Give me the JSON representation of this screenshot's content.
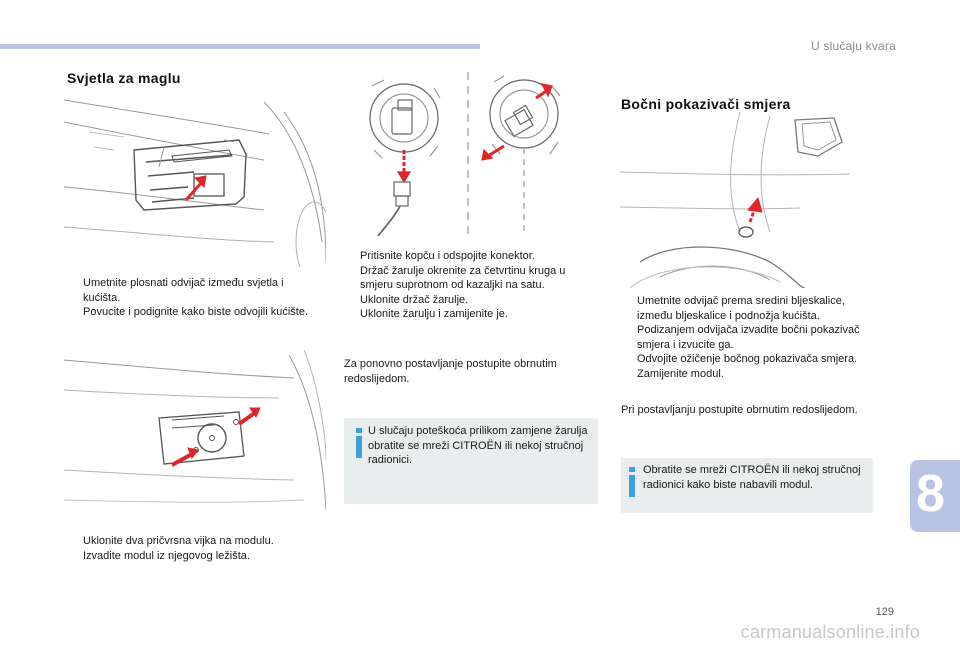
{
  "header": {
    "chapter_title": "U slučaju kvara"
  },
  "left_section": {
    "title": "Svjetla za maglu",
    "steps_a": [
      "Umetnite plosnati odvijač između svjetla i kućišta.",
      "Povucite i podignite kako biste odvojili kućište."
    ],
    "steps_b": [
      "Uklonite dva pričvrsna vijka na modulu.",
      "Izvadite modul iz njegovog ležišta."
    ]
  },
  "middle_section": {
    "steps": [
      "Pritisnite kopču i odspojite konektor.",
      "Držač žarulje okrenite za četvrtinu kruga u smjeru suprotnom od kazaljki na satu.",
      "Uklonite držač žarulje.",
      "Uklonite žarulju i zamijenite je."
    ],
    "reassembly": "Za ponovno postavljanje postupite obrnutim redoslijedom.",
    "info": "U slučaju poteškoća prilikom zamjene žarulja obratite se mreži CITROËN ili nekoj stručnoj radionici."
  },
  "right_section": {
    "title": "Bočni pokazivači smjera",
    "steps": [
      "Umetnite odvijač prema sredini bljeskalice, između bljeskalice i podnožja kućišta.",
      "Podizanjem odvijača izvadite bočni pokazivač smjera i izvucite ga.",
      "Odvojite ožičenje bočnog pokazivača smjera.",
      "Zamijenite modul."
    ],
    "reassembly": "Pri postavljanju postupite obrnutim redoslijedom.",
    "info": "Obratite se mreži CITROËN ili nekoj stručnoj radionici kako biste nabavili modul."
  },
  "bullet_glyph": "",
  "chapter_tab": "8",
  "page_number": "129",
  "watermark": "carmanualsonline.info",
  "colors": {
    "accent_bar": "#b9c4e4",
    "info_bg": "#eaeded",
    "info_icon": "#3aa1dc",
    "arrow_red": "#e0262c"
  }
}
